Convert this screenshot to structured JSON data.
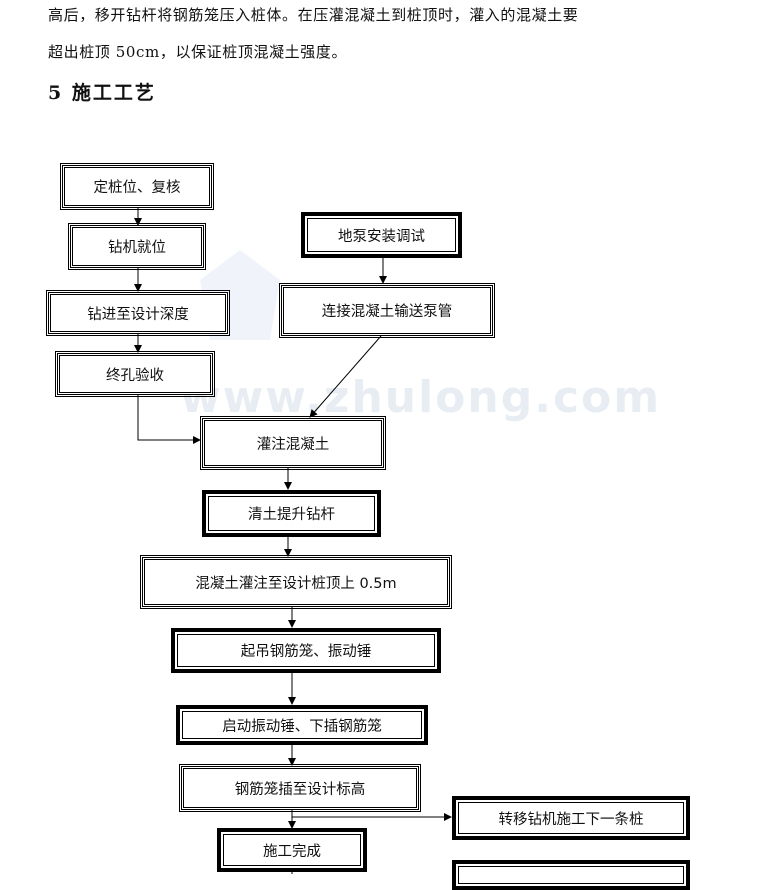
{
  "text": {
    "line1": "高后，移开钻杆将钢筋笼压入桩体。在压灌混凝土到桩顶时，灌入的混凝土要",
    "line2": "超出桩顶 50cm，以保证桩顶混凝土强度。",
    "heading": "5 施工工艺"
  },
  "watermark": "www.zhulong.com",
  "flow": {
    "b1": "定桩位、复核",
    "b2": "钻机就位",
    "b3": "钻进至设计深度",
    "b4": "终孔验收",
    "b5": "地泵安装调试",
    "b6": "连接混凝土输送泵管",
    "b7": "灌注混凝土",
    "b8": "清土提升钻杆",
    "b9": "混凝土灌注至设计桩顶上 0.5m",
    "b10": "起吊钢筋笼、振动锤",
    "b11": "启动振动锤、下插钢筋笼",
    "b12": "钢筋笼插至设计标高",
    "b13": "转移钻机施工下一条桩",
    "b14": "施工完成"
  },
  "colors": {
    "line": "#000000",
    "watermark": "#aabed2"
  }
}
